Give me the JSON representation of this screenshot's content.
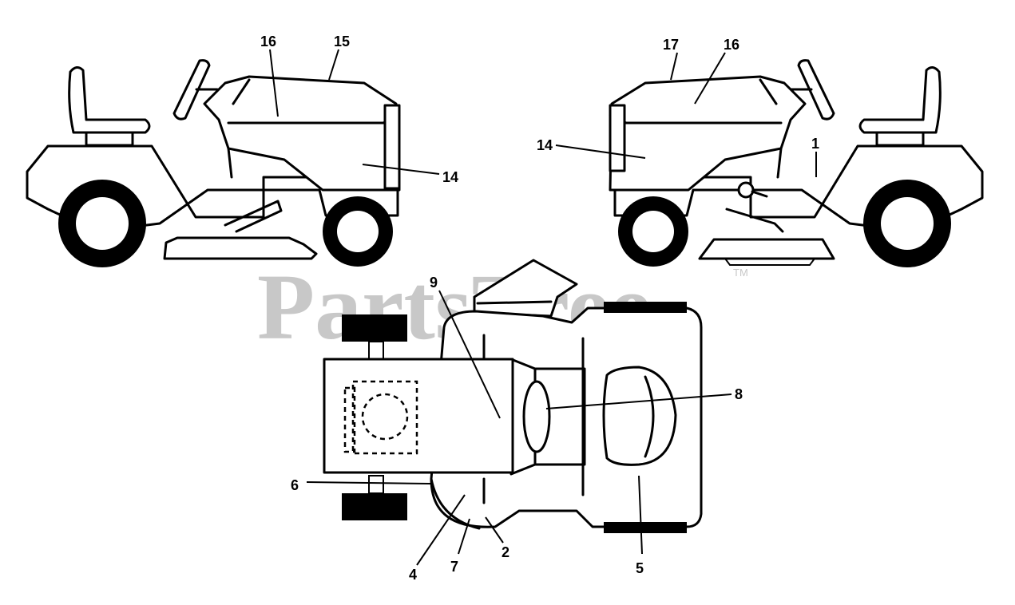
{
  "watermark": {
    "text": "PartsTree",
    "trademark": "TM"
  },
  "callouts": {
    "left_16": "16",
    "left_15": "15",
    "left_14": "14",
    "right_17": "17",
    "right_16": "16",
    "right_14": "14",
    "right_1": "1",
    "top_9": "9",
    "top_8": "8",
    "top_6": "6",
    "top_4": "4",
    "top_7": "7",
    "top_2": "2",
    "top_5": "5"
  }
}
